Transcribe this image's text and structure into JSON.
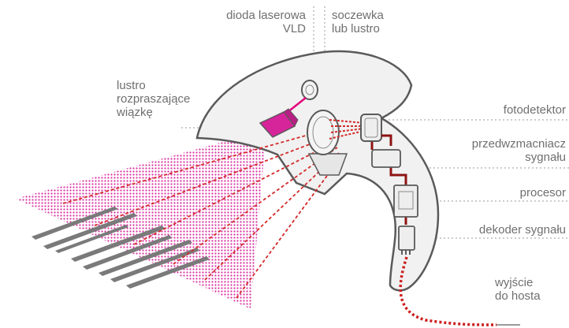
{
  "labels": {
    "vld_line1": "dioda laserowa",
    "vld_line2": "VLD",
    "lens_line1": "soczewka",
    "lens_line2": "lub lustro",
    "mirror_line1": "lustro",
    "mirror_line2": "rozpraszające",
    "mirror_line3": "wiązkę",
    "photodetector": "fotodetektor",
    "preamp_line1": "przedwzmacniacz",
    "preamp_line2": "sygnału",
    "processor": "procesor",
    "decoder": "dekoder sygnału",
    "output_line1": "wyjście",
    "output_line2": "do hosta"
  },
  "colors": {
    "scan_fan": "#d6249b",
    "laser_beam": "#e3007d",
    "reflected_light": "#d42a2a",
    "signal_wire": "#8e1212",
    "label_text": "#6f6f6f",
    "guide_line": "#9a9a9a",
    "scanner_fill": "#f1f1f1",
    "scanner_stroke": "#5a5a5a"
  }
}
